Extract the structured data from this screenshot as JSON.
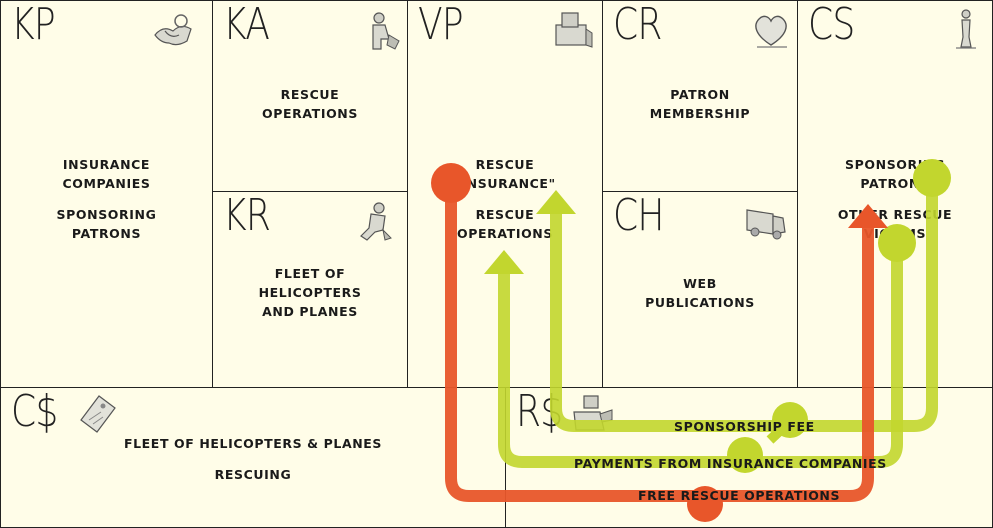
{
  "canvas": {
    "kp": {
      "code": "KP",
      "icon": "partnership-handshake-icon",
      "items": [
        "INSURANCE",
        "COMPANIES",
        "SPONSORING",
        "PATRONS"
      ]
    },
    "ka": {
      "code": "KA",
      "icon": "worker-activity-icon",
      "items": [
        "RESCUE",
        "OPERATIONS"
      ]
    },
    "kr": {
      "code": "KR",
      "icon": "resource-worker-icon",
      "items": [
        "FLEET OF",
        "HELICOPTERS",
        "AND PLANES"
      ]
    },
    "vp": {
      "code": "VP",
      "icon": "gift-package-icon",
      "items": [
        "RESCUE",
        "\"INSURANCE\"",
        "RESCUE",
        "OPERATIONS"
      ]
    },
    "cr": {
      "code": "CR",
      "icon": "heart-icon",
      "items": [
        "PATRON",
        "MEMBERSHIP"
      ]
    },
    "ch": {
      "code": "CH",
      "icon": "delivery-truck-icon",
      "items": [
        "WEB",
        "PUBLICATIONS"
      ]
    },
    "cs": {
      "code": "CS",
      "icon": "person-standing-icon",
      "items": [
        "SPONSORING",
        "PATRONS",
        "OTHER RESCUE",
        "VICTIMS"
      ]
    },
    "cost": {
      "code": "C$",
      "icon": "price-tag-icon",
      "items": [
        "FLEET OF HELICOPTERS & PLANES",
        "RESCUING"
      ]
    },
    "revenue": {
      "code": "R$",
      "icon": "cash-register-icon"
    }
  },
  "flows": {
    "sponsorship": "SPONSORSHIP FEE",
    "payments": "PAYMENTS FROM INSURANCE COMPANIES",
    "free": "FREE RESCUE OPERATIONS"
  },
  "colors": {
    "green": "#c2d62e",
    "orange": "#e8562a",
    "border": "#222222",
    "background": "#fffde8"
  }
}
